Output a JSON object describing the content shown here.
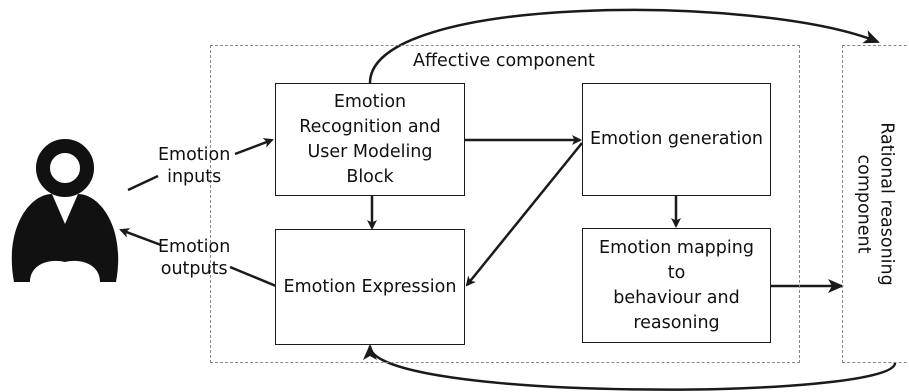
{
  "affective_component": {
    "label": "Affective component"
  },
  "rational_component": {
    "lines": [
      "Rational reasoning",
      "component"
    ]
  },
  "blocks": {
    "recognition": {
      "lines": [
        "Emotion",
        "Recognition and",
        "User Modeling",
        "Block"
      ]
    },
    "generation": {
      "lines": [
        "Emotion generation"
      ]
    },
    "expression": {
      "lines": [
        "Emotion Expression"
      ]
    },
    "mapping": {
      "lines": [
        "Emotion mapping to",
        "behaviour and",
        "reasoning"
      ]
    }
  },
  "labels": {
    "inputs": [
      "Emotion",
      "inputs"
    ],
    "outputs": [
      "Emotion",
      "outputs"
    ]
  },
  "icons": {
    "user": "user-icon"
  },
  "colors": {
    "stroke": "#1a1a1a",
    "dashed": "#8a8a8a"
  }
}
